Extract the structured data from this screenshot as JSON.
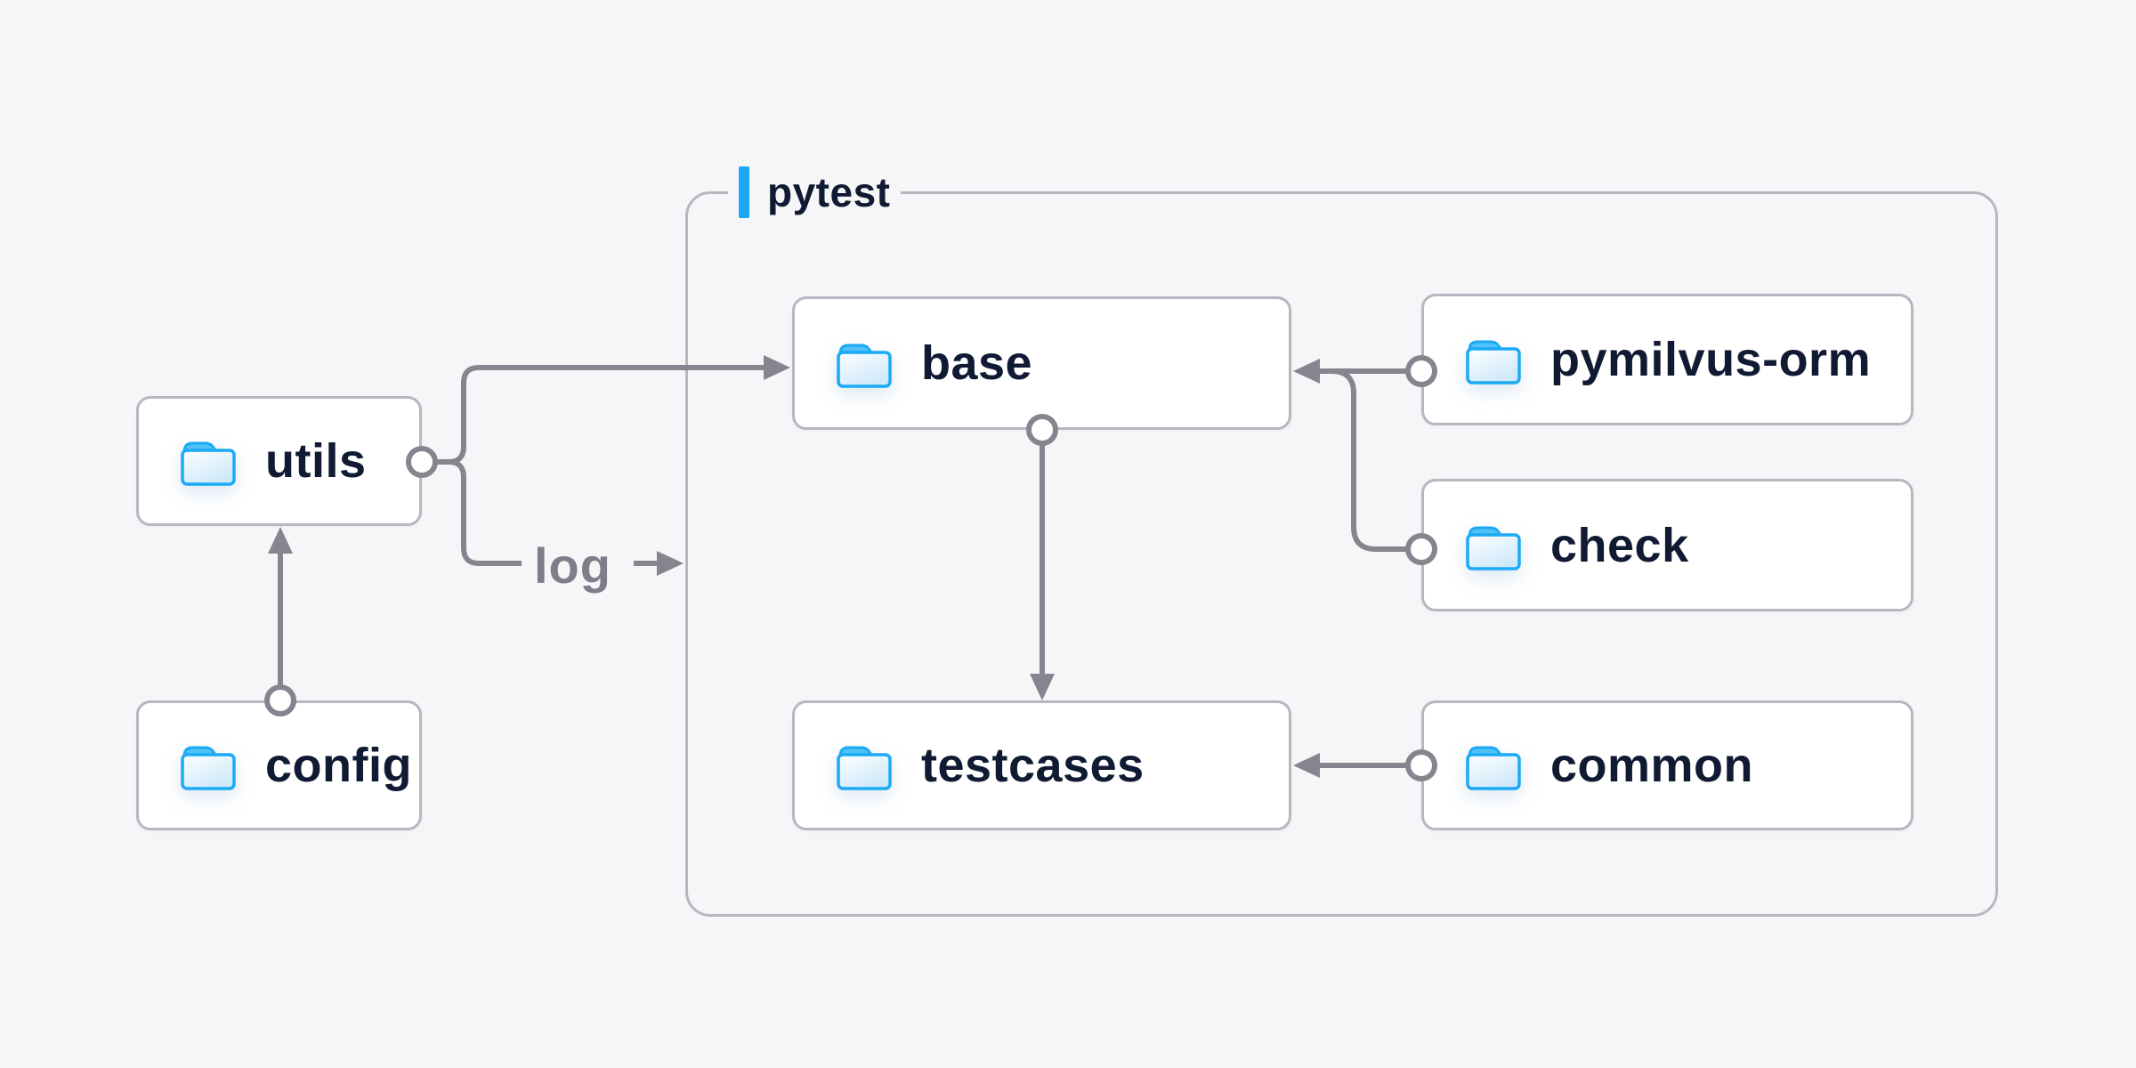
{
  "diagram": {
    "container": {
      "label": "pytest"
    },
    "nodes": [
      {
        "id": "utils",
        "label": "utils"
      },
      {
        "id": "config",
        "label": "config"
      },
      {
        "id": "base",
        "label": "base"
      },
      {
        "id": "pymilvus-orm",
        "label": "pymilvus-orm"
      },
      {
        "id": "check",
        "label": "check"
      },
      {
        "id": "testcases",
        "label": "testcases"
      },
      {
        "id": "common",
        "label": "common"
      }
    ],
    "edges": [
      {
        "from": "config",
        "to": "utils"
      },
      {
        "from": "utils",
        "to": "base"
      },
      {
        "from": "utils",
        "to": "pytest",
        "label": "log"
      },
      {
        "from": "pymilvus-orm",
        "to": "base"
      },
      {
        "from": "check",
        "to": "base"
      },
      {
        "from": "base",
        "to": "testcases"
      },
      {
        "from": "common",
        "to": "testcases"
      }
    ],
    "colors": {
      "background": "#f6f6f8",
      "node_fill": "#ffffff",
      "node_border": "#b7b7c2",
      "text": "#101b33",
      "wire": "#85858f",
      "edge_label": "#7e7e8b",
      "accent_bar": "#1ba8f4",
      "folder_stroke": "#1baaf3",
      "folder_tab": "#4fc2f7",
      "folder_body": "#d2ebfa"
    }
  }
}
